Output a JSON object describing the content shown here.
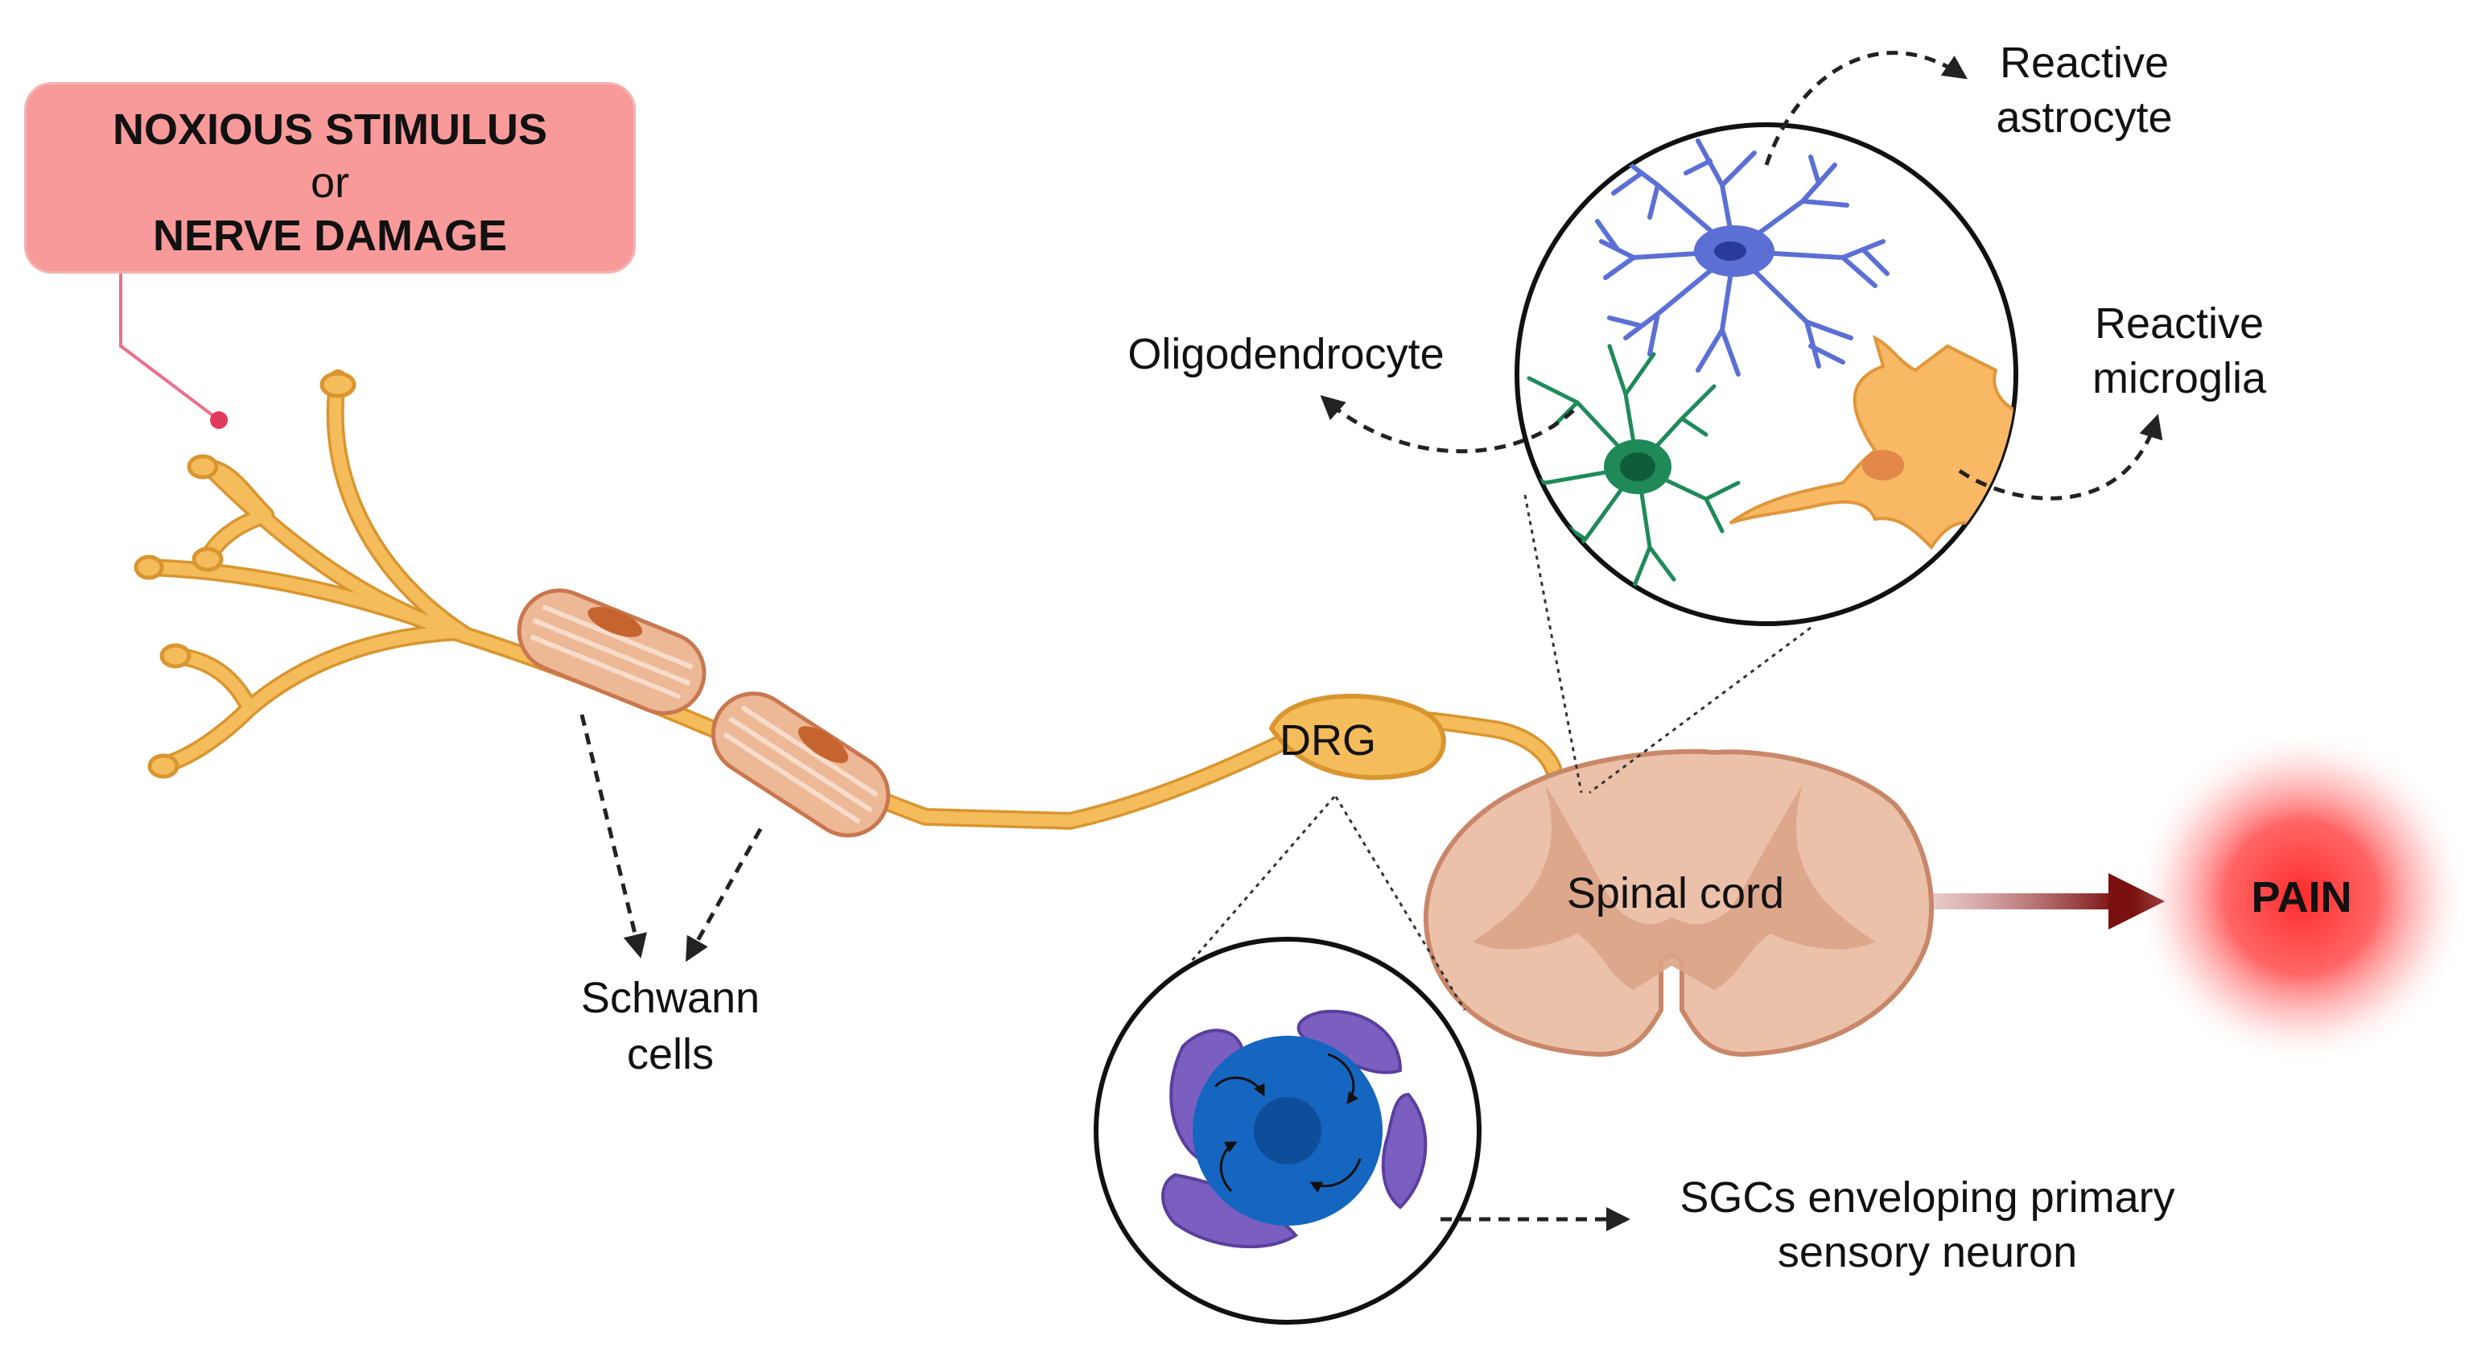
{
  "stimulus": {
    "line1": "NOXIOUS STIMULUS",
    "line2": "or",
    "line3": "NERVE DAMAGE"
  },
  "labels": {
    "reactive_astrocyte": [
      "Reactive",
      "astrocyte"
    ],
    "oligodendrocyte": "Oligodendrocyte",
    "reactive_microglia": [
      "Reactive",
      "microglia"
    ],
    "drg": "DRG",
    "spinal_cord": "Spinal cord",
    "pain": "PAIN",
    "schwann_cells": [
      "Schwann",
      "cells"
    ],
    "sgc": [
      "SGCs enveloping primary",
      "sensory neuron"
    ]
  },
  "colors": {
    "stimulus_box": "#f99a9a",
    "neuron": "#f5bc5c",
    "schwann": "#e6a07a",
    "astrocyte": "#5b6fd4",
    "oligodendrocyte": "#1f8a58",
    "microglia": "#f8b864",
    "spinal_cord": "#ebc1a9",
    "sgc_cell": "#7b5fc0",
    "sensory_neuron": "#1566c0",
    "pain_arrow": "#7a1010",
    "pain_glow": "#ff3b3b"
  }
}
